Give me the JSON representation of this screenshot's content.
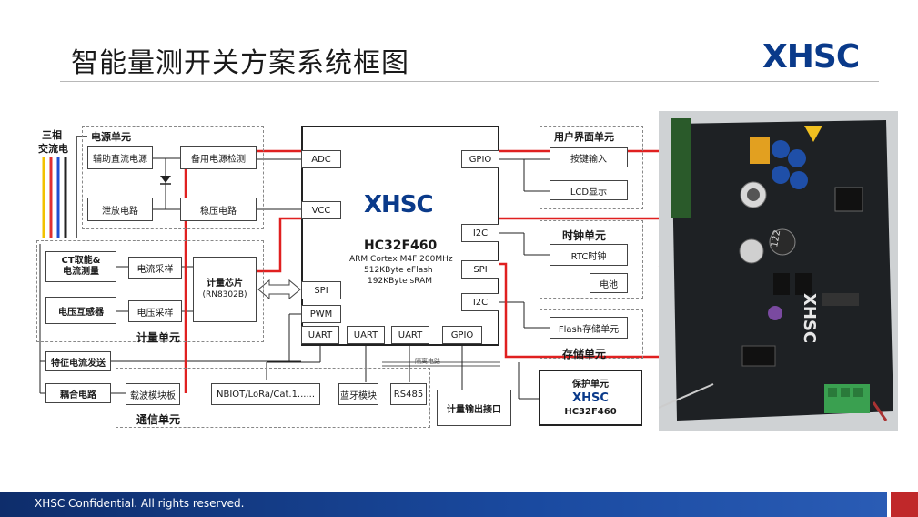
{
  "title": "智能量测开关方案系统框图",
  "logo": "XHSC",
  "footer": "XHSC Confidential. All rights reserved.",
  "left_labels": {
    "three_phase_1": "三相",
    "three_phase_2": "交流电",
    "power_unit": "电源单元",
    "ct_1": "CT取能&",
    "ct_2": "电流测量",
    "voltage_transformer": "电压互感器",
    "feature_current": "特征电流发送",
    "coupling": "耦合电路",
    "metering_unit": "计量单元",
    "comm_unit": "通信单元"
  },
  "power_blocks": {
    "aux_dc": "辅助直流电源",
    "backup_detect": "备用电源检测",
    "discharge": "泄放电路",
    "regulator": "稳压电路"
  },
  "metering_blocks": {
    "current_sample": "电流采样",
    "voltage_sample": "电压采样",
    "chip": "计量芯片",
    "chip_model": "(RN8302B)"
  },
  "comm_blocks": {
    "plc_board": "载波模块板",
    "nbiot": "NBIOT/LoRa/Cat.1......",
    "bluetooth": "蓝牙模块",
    "rs485": "RS485",
    "meter_out": "计量输出接口",
    "isolation": "隔离电路"
  },
  "mcu": {
    "logo": "XHSC",
    "name": "HC32F460",
    "core": "ARM Cortex M4F 200MHz",
    "flash": "512KByte eFlash",
    "sram": "192KByte sRAM",
    "ports": {
      "adc": "ADC",
      "vcc": "VCC",
      "spi_left": "SPI",
      "pwm": "PWM",
      "gpio_top": "GPIO",
      "i2c_1": "I2C",
      "spi_right": "SPI",
      "i2c_2": "I2C",
      "uart_1": "UART",
      "uart_2": "UART",
      "uart_3": "UART",
      "gpio_bottom": "GPIO"
    }
  },
  "right_blocks": {
    "ui_unit": "用户界面单元",
    "key_input": "按键输入",
    "lcd": "LCD显示",
    "clock_unit": "时钟单元",
    "rtc": "RTC时钟",
    "battery": "电池",
    "flash_unit": "Flash存储单元",
    "storage_unit": "存储单元",
    "protect_unit": "保护单元",
    "protect_logo": "XHSC",
    "protect_chip": "HC32F460"
  },
  "board": {
    "silk_logo": "XHSC",
    "inductor_label": "122"
  },
  "colors": {
    "accent_red": "#e02020",
    "brand_blue": "#0a3a8a",
    "footer_blue": "#1a4aa0",
    "wire_phase": [
      "#f2c200",
      "#e03030",
      "#2050d0",
      "#222222"
    ]
  }
}
